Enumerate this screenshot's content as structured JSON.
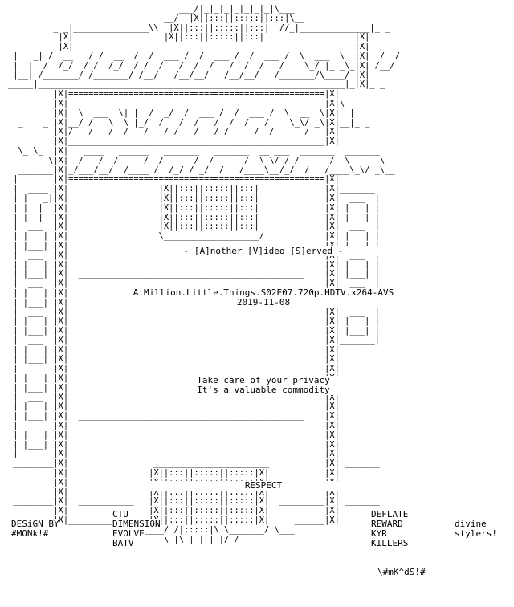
{
  "header": {
    "release_group_tagline": "- [A]nother [V]ideo [S]erved -"
  },
  "release": {
    "name": "A.Million.Little.Things.S02E07.720p.HDTV.x264-AVS",
    "date": "2019-11-08"
  },
  "message": {
    "line1": "Take care of your privacy",
    "line2": "It's a valuable commodity"
  },
  "respect": {
    "title": "RESPECT",
    "left_groups": [
      "CTU",
      "DIMENSION",
      "EVOLVE",
      "BATV"
    ],
    "right_groups": [
      "DEFLATE",
      "REWARD",
      "KYR",
      "KILLERS"
    ]
  },
  "credits": {
    "design_label": "DESiGN BY",
    "design_author": "#MONk!#",
    "styler_label": "divine",
    "styler_label2": "stylers!",
    "signature": "\\#mK^dS!#"
  }
}
